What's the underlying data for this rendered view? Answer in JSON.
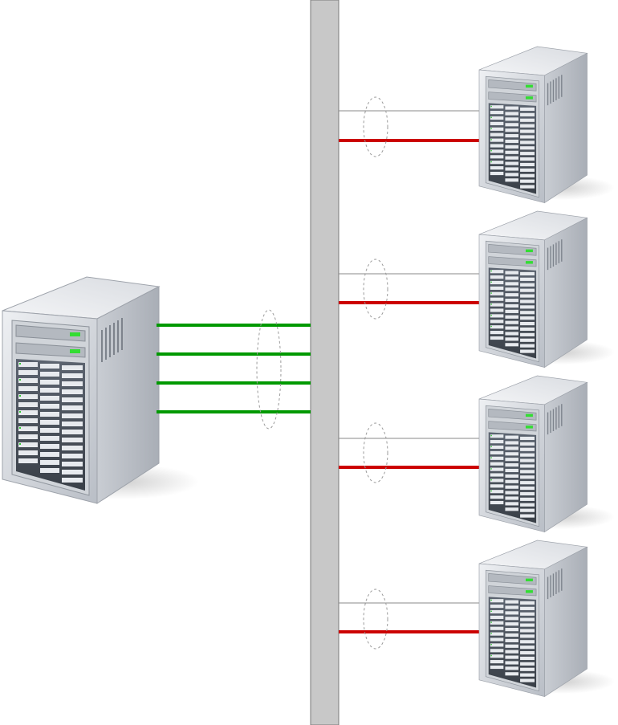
{
  "diagram": {
    "kind": "network-topology",
    "colors": {
      "background": "#ffffff",
      "backbone_fill": "#c8c8c8",
      "backbone_stroke": "#7a7a7a",
      "bonded_link": "#009900",
      "active_link": "#cc0000",
      "standby_link": "#8a8a8a",
      "group_ellipse": "#9a9a9a",
      "server_body": "#d7dadf",
      "server_side": "#bfc3c9",
      "server_top": "#eceef1",
      "server_led": "#33dd33"
    },
    "main_server": {
      "icon": "server-tower-icon",
      "bonded_link_count": 4
    },
    "client_servers": [
      {
        "icon": "server-tower-icon",
        "links": [
          "standby",
          "active"
        ]
      },
      {
        "icon": "server-tower-icon",
        "links": [
          "standby",
          "active"
        ]
      },
      {
        "icon": "server-tower-icon",
        "links": [
          "standby",
          "active"
        ]
      },
      {
        "icon": "server-tower-icon",
        "links": [
          "standby",
          "active"
        ]
      }
    ],
    "backbone": {
      "icon": "switch-backplane"
    }
  }
}
